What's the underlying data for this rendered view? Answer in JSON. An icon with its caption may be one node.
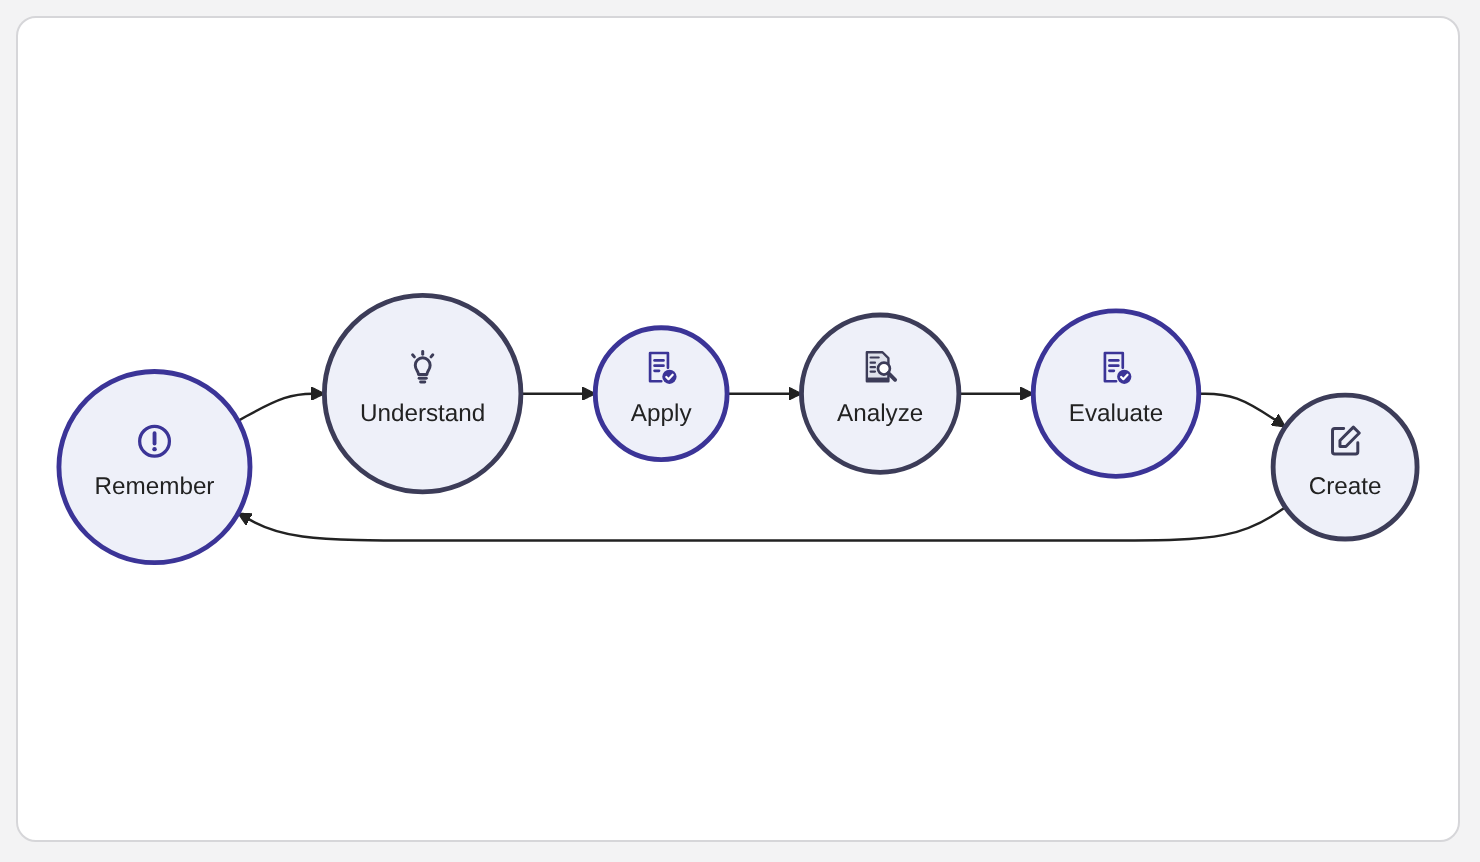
{
  "diagram": {
    "nodes": [
      {
        "text": [
          "Remember"
        ]
      },
      {
        "text": [
          "Understand"
        ]
      },
      {
        "text": [
          "Apply"
        ]
      },
      {
        "text": [
          "Analyze"
        ]
      },
      {
        "text": [
          "Evaluate"
        ]
      },
      {
        "text": [
          "Create"
        ]
      }
    ],
    "edges": [
      {
        "from": 0,
        "to": 1,
        "arrow": "to"
      },
      {
        "from": 1,
        "to": 2,
        "arrow": "to"
      },
      {
        "from": 2,
        "to": 3,
        "arrow": "to"
      },
      {
        "from": 3,
        "to": 4,
        "arrow": "to"
      },
      {
        "from": 4,
        "to": 5,
        "arrow": "to"
      },
      {
        "from": 5,
        "to": 0,
        "arrow": "to"
      }
    ]
  }
}
